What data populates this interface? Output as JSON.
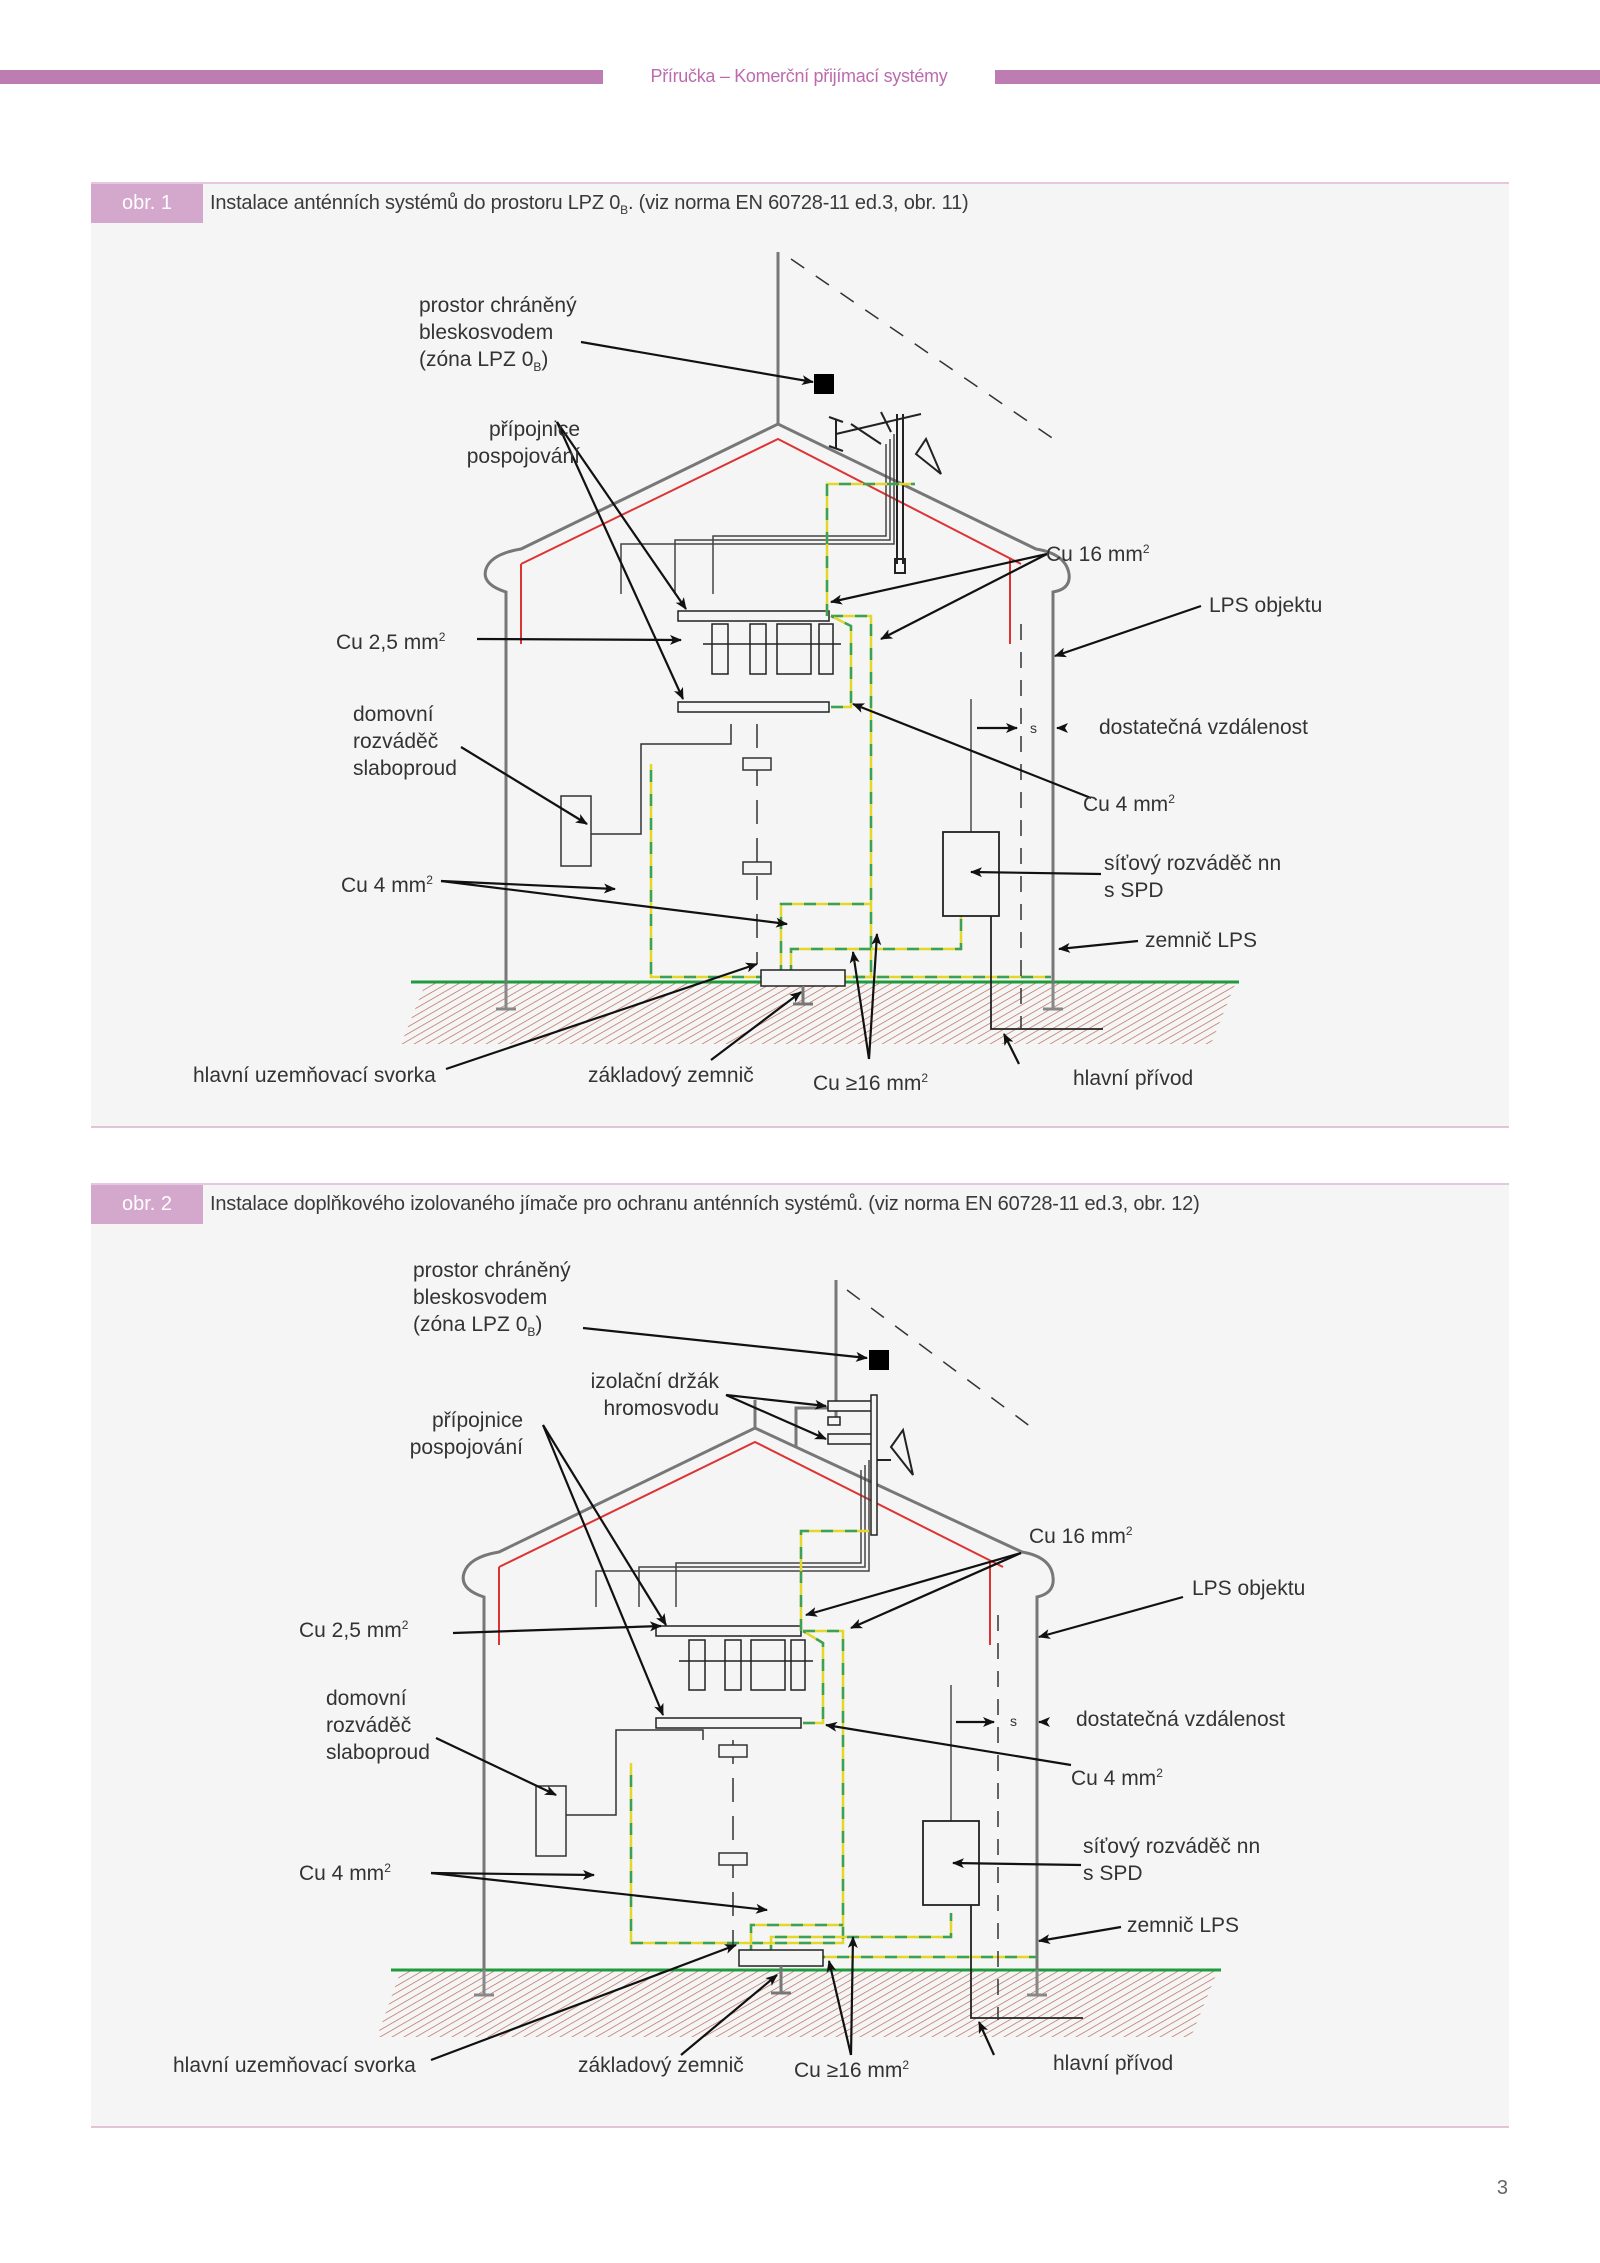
{
  "header": {
    "title": "Příručka – Komerční přijímací systémy",
    "accent_color": "#bd7db3"
  },
  "figures": [
    {
      "tag": "obr. 1",
      "caption": "Instalace anténních systémů do prostoru LPZ 0B. (viz norma EN 60728-11 ed.3, obr. 11)",
      "caption_main": "Instalace anténních systémů do prostoru LPZ 0",
      "caption_sub": "B",
      "caption_rest": ". (viz norma EN 60728-11 ed.3, obr. 11)",
      "labels": {
        "protected_space_l1": "prostor chráněný",
        "protected_space_l2": "bleskosvodem",
        "protected_space_l3": "(zóna LPZ 0",
        "protected_space_sub": "B",
        "busbar_l1": "přípojnice",
        "busbar_l2": "pospojování",
        "cu16": "Cu 16 mm",
        "lps_object": "LPS objektu",
        "cu25": "Cu 2,5 mm",
        "distance": "dostatečná vzdálenost",
        "distance_symbol": "s",
        "cu4_right": "Cu 4 mm",
        "distributor_l1": "domovní",
        "distributor_l2": "rozváděč",
        "distributor_l3": "slaboproud",
        "mains_l1": "síťový rozváděč nn",
        "mains_l2": "s SPD",
        "cu4_left": "Cu 4 mm",
        "earth_lps": "zemnič LPS",
        "main_terminal": "hlavní uzemňovací svorka",
        "foundation_earth": "základový zemnič",
        "cu_ge16": "Cu ≥16 mm",
        "main_supply": "hlavní přívod",
        "sq": "2"
      }
    },
    {
      "tag": "obr. 2",
      "caption": "Instalace doplňkového izolovaného jímače pro ochranu anténních systémů. (viz norma EN 60728-11 ed.3, obr. 12)",
      "labels": {
        "protected_space_l1": "prostor chráněný",
        "protected_space_l2": "bleskosvodem",
        "protected_space_l3": "(zóna LPZ 0",
        "protected_space_sub": "B",
        "insulating_holder_l1": "izolační držák",
        "insulating_holder_l2": "hromosvodu",
        "busbar_l1": "přípojnice",
        "busbar_l2": "pospojování",
        "cu16": "Cu 16 mm",
        "lps_object": "LPS objektu",
        "cu25": "Cu 2,5 mm",
        "distance": "dostatečná vzdálenost",
        "distance_symbol": "s",
        "cu4_right": "Cu 4 mm",
        "distributor_l1": "domovní",
        "distributor_l2": "rozváděč",
        "distributor_l3": "slaboproud",
        "mains_l1": "síťový rozváděč nn",
        "mains_l2": "s SPD",
        "cu4_left": "Cu 4 mm",
        "earth_lps": "zemnič LPS",
        "main_terminal": "hlavní uzemňovací svorka",
        "foundation_earth": "základový zemnič",
        "cu_ge16": "Cu ≥16 mm",
        "main_supply": "hlavní přívod",
        "sq": "2"
      }
    }
  ],
  "page_number": "3"
}
